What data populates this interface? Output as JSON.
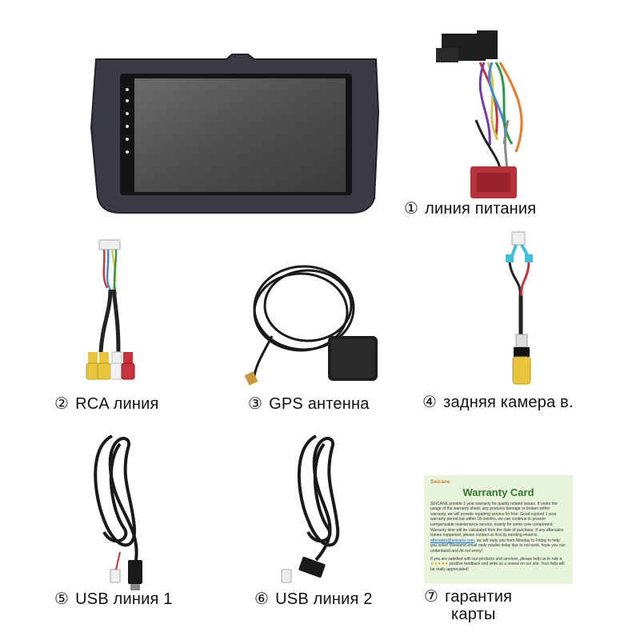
{
  "items": [
    {
      "num": "①",
      "label": "линия питания"
    },
    {
      "num": "②",
      "label": "RCA  линия"
    },
    {
      "num": "③",
      "label": "GPS  антенна"
    },
    {
      "num": "④",
      "label": "задняя камера в."
    },
    {
      "num": "⑤",
      "label": "USB линия  1"
    },
    {
      "num": "⑥",
      "label": "USB линия  2"
    },
    {
      "num": "⑦",
      "label_line1": "гарантия",
      "label_line2": "карты"
    }
  ],
  "warranty_card": {
    "brand": "Seicane",
    "title": "Warranty Card",
    "paragraph1": "SEICANE provide 1 year warranty for quality related issues. If under the usage of the warranty sheet, any products damage or broken within warranty, we will provide repairing service for free. Good expired 1 year warranty period but within 18 months, we can continue to provide compensable maintenance service, mainly for some core component. Warranty time will be calculated from the date of purchase. If any aftersales issues happened, please contact us first by sending email to",
    "email": "aftersales@seicane.com",
    "paragraph1_end": ", we will reply you from Monday to Friday to help you solve! Weekend email reply maybe delay due to not work. hope you can understand and do not worry!",
    "paragraph2": "If you are satisfied with our products and services, please help us to rate a",
    "stars": "★★★★★",
    "paragraph2_end": "positive feedback and write us a review on our site. Your help will be really appreciated!"
  },
  "colors": {
    "card_bg": "#e7f3da",
    "card_title": "#2f7a2f",
    "brand": "#d47a2a",
    "frame": "#3a3a44",
    "screen": "#565658",
    "rca_yellow": "#e8c53a",
    "rca_red": "#c8323a",
    "wire_blue": "#3ec0d8"
  }
}
